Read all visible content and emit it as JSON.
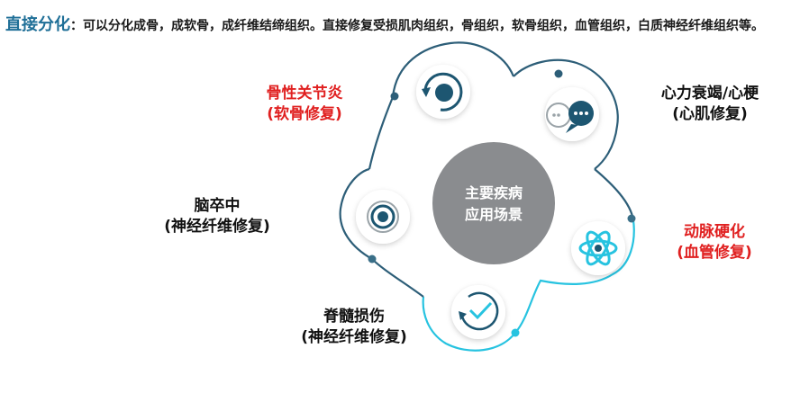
{
  "intro": {
    "lead": "直接分化",
    "colon": "：",
    "text": "可以分化成骨，成软骨，成纤维结缔组织。直接修复受损肌肉组织，骨组织，软骨组织，血管组织，白质神经纤维组织等。"
  },
  "center": {
    "line1": "主要疾病",
    "line2": "应用场景"
  },
  "scenes": [
    {
      "name": "骨性关节炎",
      "sub": "(软骨修复)",
      "icon": "refresh-cycle-icon"
    },
    {
      "name": "心力衰竭/心梗",
      "sub": "(心肌修复)",
      "icon": "chat-bubble-icon"
    },
    {
      "name": "动脉硬化",
      "sub": "(血管修复)",
      "icon": "atom-icon"
    },
    {
      "name": "脊髓损伤",
      "sub": "(神经纤维修复)",
      "icon": "check-cycle-icon"
    },
    {
      "name": "脑卒中",
      "sub": "(神经纤维修复)",
      "icon": "target-icon"
    }
  ],
  "colors": {
    "title_blue": "#1f6f97",
    "highlight_red": "#e02020",
    "center_grey": "#8a8c8f",
    "ring_dark": "#2d5e78",
    "ring_cyan": "#27c3e0",
    "icon_dark": "#1d5671"
  }
}
